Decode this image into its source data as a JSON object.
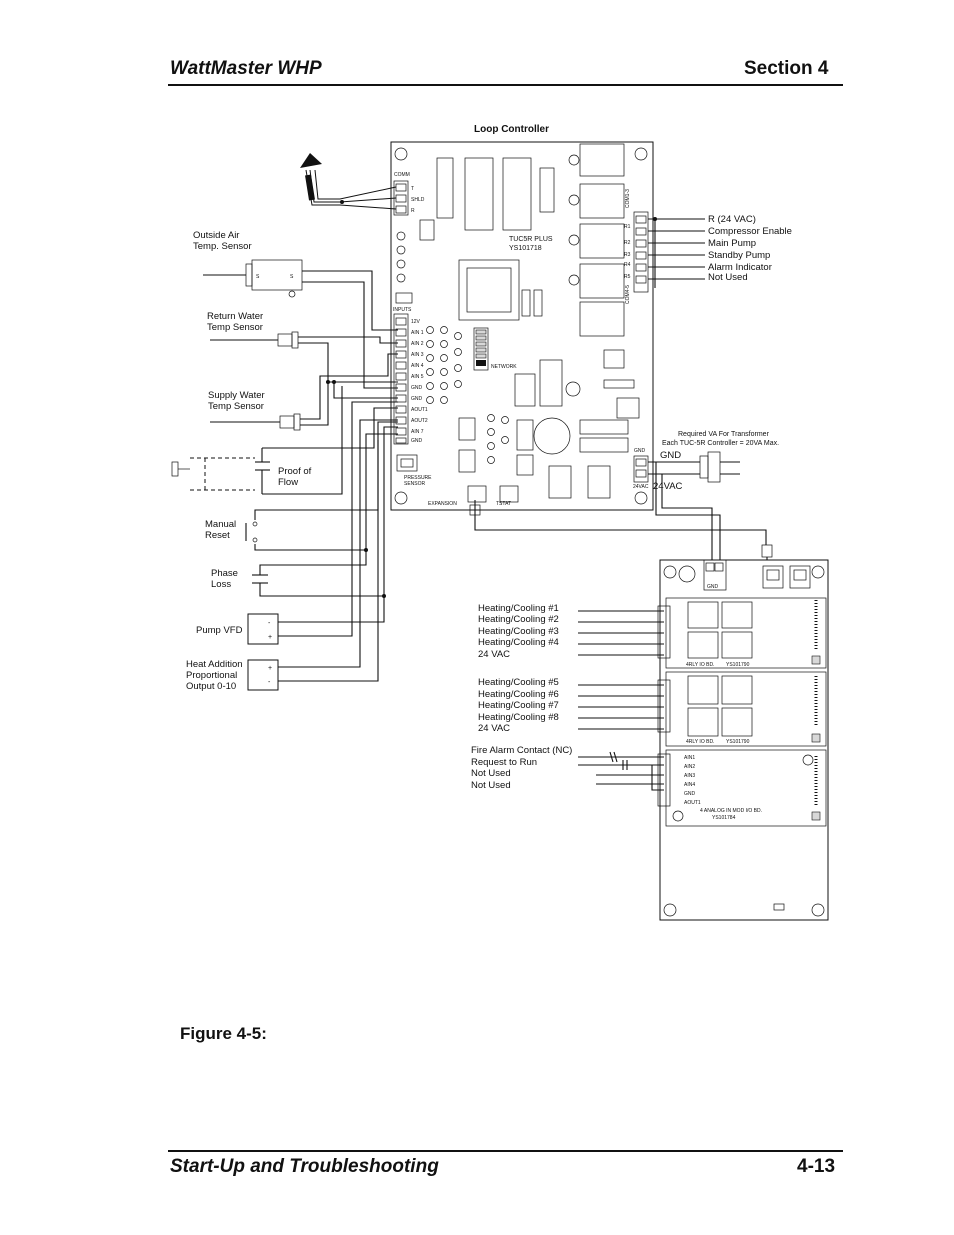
{
  "header": {
    "left": "WattMaster WHP",
    "right": "Section 4"
  },
  "footer": {
    "left": "Start-Up and Troubleshooting",
    "right": "4-13"
  },
  "caption": "Figure 4-5:",
  "diagram": {
    "title": "Loop Controller",
    "board_label_1": "TUC5R PLUS",
    "board_label_2": "YS101718",
    "comm_terminals": [
      "COMM",
      "T",
      "SHLD",
      "R"
    ],
    "input_terminals": [
      "INPUTS",
      "12V",
      "AIN 1",
      "AIN 2",
      "AIN 3",
      "AIN 4",
      "AIN 5",
      "GND",
      "GND",
      "AOUT1",
      "AOUT2",
      "AIN 7",
      "GND"
    ],
    "relay_terminals": [
      "COM1-3",
      "R1",
      "R2",
      "R3",
      "R4",
      "R5",
      "COM4-5"
    ],
    "relay_outputs": [
      "R (24 VAC)",
      "Compressor Enable",
      "Main Pump",
      "Standby Pump",
      "Alarm Indicator",
      "Not Used"
    ],
    "sensors": {
      "outside_air": "Outside Air\nTemp. Sensor",
      "return_water": "Return Water\nTemp Sensor",
      "supply_water": "Supply Water\nTemp Sensor",
      "proof_of_flow": "Proof of\nFlow",
      "manual_reset": "Manual\nReset",
      "phase_loss": "Phase\nLoss",
      "pump_vfd": "Pump VFD",
      "heat_addition": "Heat Addition\nProportional\nOutput 0-10"
    },
    "transformer_note_1": "Required VA For Transformer",
    "transformer_note_2": "Each TUC-5R Controller = 20VA Max.",
    "gnd_label": "GND",
    "vac_label": "24VAC",
    "pressure_sensor": "PRESSURE SENSOR",
    "expansion": "EXPANSION",
    "tstat": "TSTAT",
    "network": "NETWORK",
    "relay_board_1_outputs": [
      "Heating/Cooling #1",
      "Heating/Cooling #2",
      "Heating/Cooling #3",
      "Heating/Cooling #4",
      "24 VAC"
    ],
    "relay_board_2_outputs": [
      "Heating/Cooling #5",
      "Heating/Cooling #6",
      "Heating/Cooling #7",
      "Heating/Cooling #8",
      "24 VAC"
    ],
    "relay_board_label": "4RLY IO BD.",
    "relay_board_part": "YS101790",
    "analog_inputs": [
      "Fire Alarm Contact (NC)",
      "Request to Run",
      "Not Used",
      "Not Used"
    ],
    "analog_terminals": [
      "AIN1",
      "AIN2",
      "AIN3",
      "AIN4",
      "GND",
      "AOUT1"
    ],
    "analog_board_label": "4 ANALOG IN MOD I/O BD.",
    "analog_board_part": "YS101784",
    "vfd_terminals": [
      "-",
      "+"
    ],
    "heat_terminals": [
      "+",
      "-"
    ]
  }
}
